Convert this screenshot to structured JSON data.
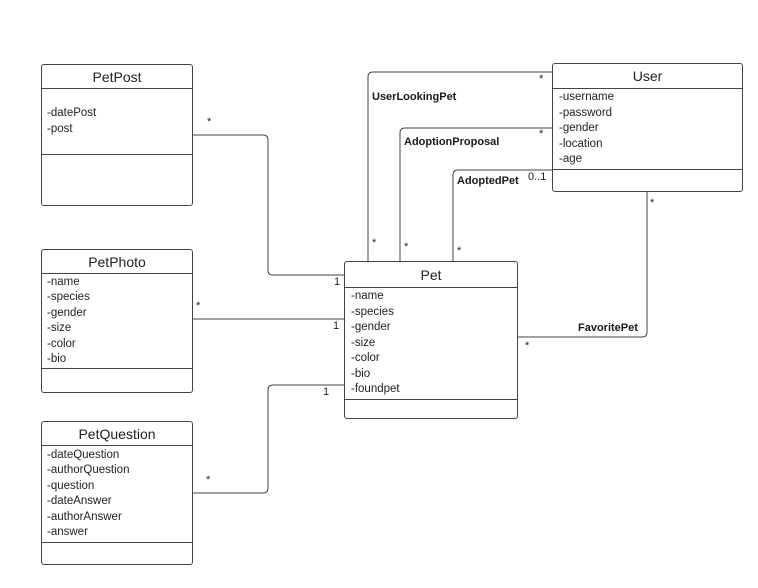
{
  "diagram": {
    "type": "uml-class-diagram",
    "colors": {
      "background": "#ffffff",
      "stroke": "#444444",
      "text": "#1f1f1f"
    },
    "classes": [
      {
        "name": "PetPost",
        "attributes": [
          "-datePost",
          "-post"
        ]
      },
      {
        "name": "PetPhoto",
        "attributes": [
          "-name",
          "-species",
          "-gender",
          "-size",
          "-color",
          "-bio"
        ]
      },
      {
        "name": "PetQuestion",
        "attributes": [
          "-dateQuestion",
          "-authorQuestion",
          "-question",
          "-dateAnswer",
          "-authorAnswer",
          "-answer"
        ]
      },
      {
        "name": "Pet",
        "attributes": [
          "-name",
          "-species",
          "-gender",
          "-size",
          "-color",
          "-bio",
          "-foundpet"
        ]
      },
      {
        "name": "User",
        "attributes": [
          "-username",
          "-password",
          "-gender",
          "-location",
          "-age"
        ]
      }
    ],
    "associations": [
      {
        "label": "UserLookingPet",
        "source": "Pet",
        "target": "User",
        "source_mult": "*",
        "target_mult": "*"
      },
      {
        "label": "AdoptionProposal",
        "source": "Pet",
        "target": "User",
        "source_mult": "*",
        "target_mult": "*"
      },
      {
        "label": "AdoptedPet",
        "source": "Pet",
        "target": "User",
        "source_mult": "*",
        "target_mult": "0..1"
      },
      {
        "label": "FavoritePet",
        "source": "Pet",
        "target": "User",
        "source_mult": "*",
        "target_mult": "*"
      },
      {
        "label": "",
        "source": "PetPost",
        "target": "Pet",
        "source_mult": "*",
        "target_mult": "1"
      },
      {
        "label": "",
        "source": "PetPhoto",
        "target": "Pet",
        "source_mult": "*",
        "target_mult": "1"
      },
      {
        "label": "",
        "source": "PetQuestion",
        "target": "Pet",
        "source_mult": "*",
        "target_mult": "1"
      }
    ]
  }
}
